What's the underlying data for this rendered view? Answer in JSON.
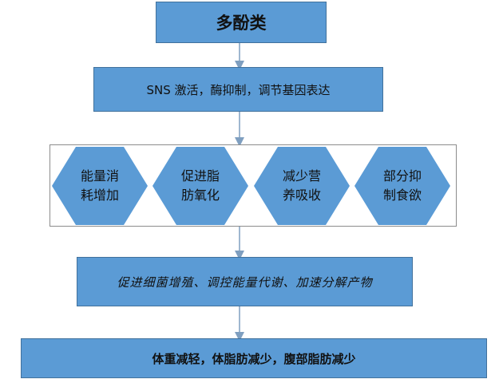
{
  "diagram": {
    "top_box": "多酚类",
    "step2": "SNS 激活，酶抑制，调节基因表达",
    "hexagons": [
      {
        "line1": "能量消",
        "line2": "耗增加"
      },
      {
        "line1": "促进脂",
        "line2": "肪氧化"
      },
      {
        "line1": "减少营",
        "line2": "养吸收"
      },
      {
        "line1": "部分抑",
        "line2": "制食欲"
      }
    ],
    "step4": "促进细菌增殖、调控能量代谢、加速分解产物",
    "step5": "体重减轻，体脂肪减少，腹部脂肪减少"
  },
  "colors": {
    "box_fill": "#5b9bd5",
    "box_border": "#41719c",
    "arrow": "#7f9fc0"
  }
}
